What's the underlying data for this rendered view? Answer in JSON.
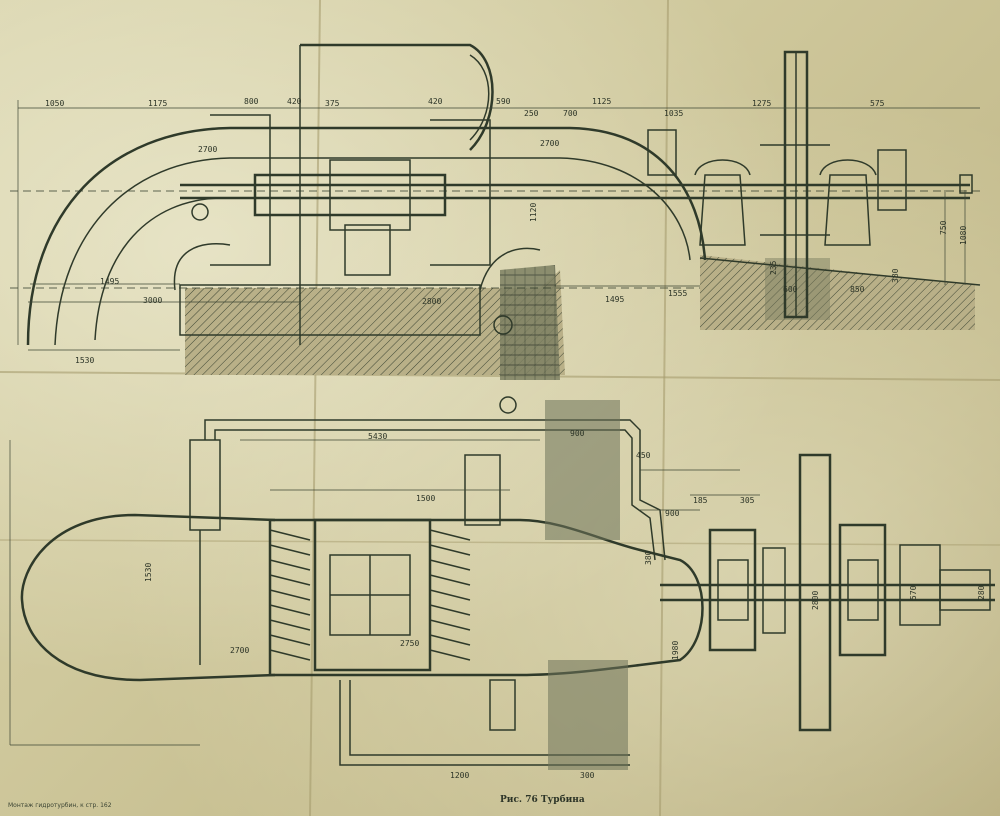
{
  "drawing": {
    "caption": "Рис. 76 Турбина",
    "footnote": "Монтаж гидротурбин, к стр. 162",
    "colors": {
      "paper": "#d2cba0",
      "ink": "#2f3a2a"
    },
    "dimensions": {
      "d1050": "1050",
      "d1175": "1175",
      "d800": "800",
      "d420a": "420",
      "d375": "375",
      "d420b": "420",
      "d590": "590",
      "d250": "250",
      "d700": "700",
      "d1125": "1125",
      "d1035": "1035",
      "d1275": "1275",
      "d575": "575",
      "d2700a": "2700",
      "d2700b": "2700",
      "d1495a": "1495",
      "d3000": "3000",
      "d1530": "1530",
      "d2800": "2800",
      "d1495b": "1495",
      "d1555": "1555",
      "d600": "600",
      "d850": "850",
      "d750": "750",
      "d1080": "1080",
      "d380": "380",
      "d235": "235",
      "d1120": "1120",
      "d5430": "5430",
      "d900a": "900",
      "d450": "450",
      "d1500": "1500",
      "d1530b": "1530",
      "d2700c": "2700",
      "d2750": "2750",
      "d380b": "380",
      "d1980": "1980",
      "d185": "185",
      "d305": "305",
      "d900b": "900",
      "d2800b": "2800",
      "d570": "570",
      "d280": "280",
      "d1200": "1200",
      "d300": "300"
    }
  }
}
